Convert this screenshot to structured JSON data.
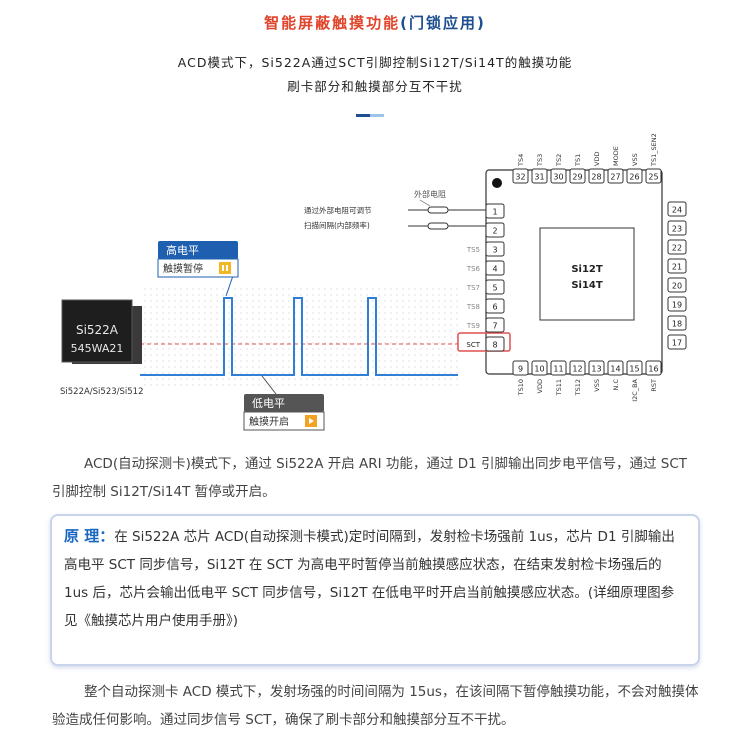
{
  "header": {
    "title_main": "智能屏蔽触摸功能",
    "title_paren": "(门锁应用)",
    "subtitle_line1": "ACD模式下，Si522A通过SCT引脚控制Si12T/Si14T的触摸功能",
    "subtitle_line2": "刷卡部分和触摸部分互不干扰"
  },
  "colors": {
    "accent_red": "#e0452b",
    "accent_blue": "#1d4e8f",
    "signal_blue": "#2f7fd6",
    "dashed_red": "#e05050",
    "label_blue": "#1e5fb0",
    "label_gray": "#555555"
  },
  "diagram": {
    "left_chip": {
      "line1": "Si522A",
      "line2": "545WA21",
      "caption": "Si522A/Si523/Si512"
    },
    "high_label": {
      "title": "高电平",
      "subtitle": "触摸暂停",
      "icon": "pause-icon"
    },
    "low_label": {
      "title": "低电平",
      "subtitle": "触摸开启",
      "icon": "play-icon"
    },
    "external_resistor": "外部电阻",
    "adjust_note": "通过外部电阻可调节",
    "scan_note": "扫描间隔(内部频率)",
    "right_chip": {
      "line1": "Si12T",
      "line2": "Si14T"
    },
    "top_pins": [
      {
        "name": "TS4",
        "num": "32"
      },
      {
        "name": "TS3",
        "num": "31"
      },
      {
        "name": "TS2",
        "num": "30"
      },
      {
        "name": "TS1",
        "num": "29"
      },
      {
        "name": "VDD",
        "num": "28"
      },
      {
        "name": "MODE",
        "num": "27"
      },
      {
        "name": "VSS",
        "num": "26"
      },
      {
        "name": "TS1_SEN2",
        "num": "25"
      }
    ],
    "left_pins": [
      {
        "name": "",
        "num": "1"
      },
      {
        "name": "",
        "num": "2"
      },
      {
        "name": "TS5",
        "num": "3"
      },
      {
        "name": "TS6",
        "num": "4"
      },
      {
        "name": "TS7",
        "num": "5"
      },
      {
        "name": "TS8",
        "num": "6"
      },
      {
        "name": "TS9",
        "num": "7"
      },
      {
        "name": "SCT",
        "num": "8"
      }
    ],
    "bottom_pins": [
      {
        "name": "TS10",
        "num": "9"
      },
      {
        "name": "VDD",
        "num": "10"
      },
      {
        "name": "TS11",
        "num": "11"
      },
      {
        "name": "TS12",
        "num": "12"
      },
      {
        "name": "VSS",
        "num": "13"
      },
      {
        "name": "N.C",
        "num": "14"
      },
      {
        "name": "I2C_BA",
        "num": "15"
      },
      {
        "name": "RST",
        "num": "16"
      }
    ],
    "right_pins": [
      "24",
      "23",
      "22",
      "21",
      "20",
      "19",
      "18",
      "17"
    ]
  },
  "body": {
    "para1": "ACD(自动探测卡)模式下，通过 Si522A 开启 ARI 功能，通过 D1 引脚输出同步电平信号，通过 SCT 引脚控制 Si12T/Si14T 暂停或开启。",
    "principle_label": "原 理：",
    "principle_text": "在 Si522A 芯片 ACD(自动探测卡模式)定时间隔到，发射检卡场强前 1us，芯片 D1 引脚输出高电平 SCT 同步信号，Si12T 在 SCT 为高电平时暂停当前触摸感应状态，在结束发射检卡场强后的 1us 后，芯片会输出低电平 SCT 同步信号，Si12T 在低电平时开启当前触摸感应状态。(详细原理图参见《触摸芯片用户使用手册》)",
    "para3": "整个自动探测卡 ACD 模式下，发射场强的时间间隔为 15us，在该间隔下暂停触摸功能，不会对触摸体验造成任何影响。通过同步信号 SCT，确保了刷卡部分和触摸部分互不干扰。"
  }
}
